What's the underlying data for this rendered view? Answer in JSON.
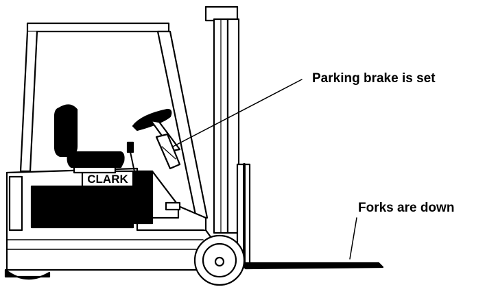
{
  "callouts": {
    "parking_brake": "Parking brake is set",
    "forks": "Forks are down"
  },
  "brand_plate": "CLARK",
  "colors": {
    "line": "#000000",
    "background": "#ffffff"
  }
}
